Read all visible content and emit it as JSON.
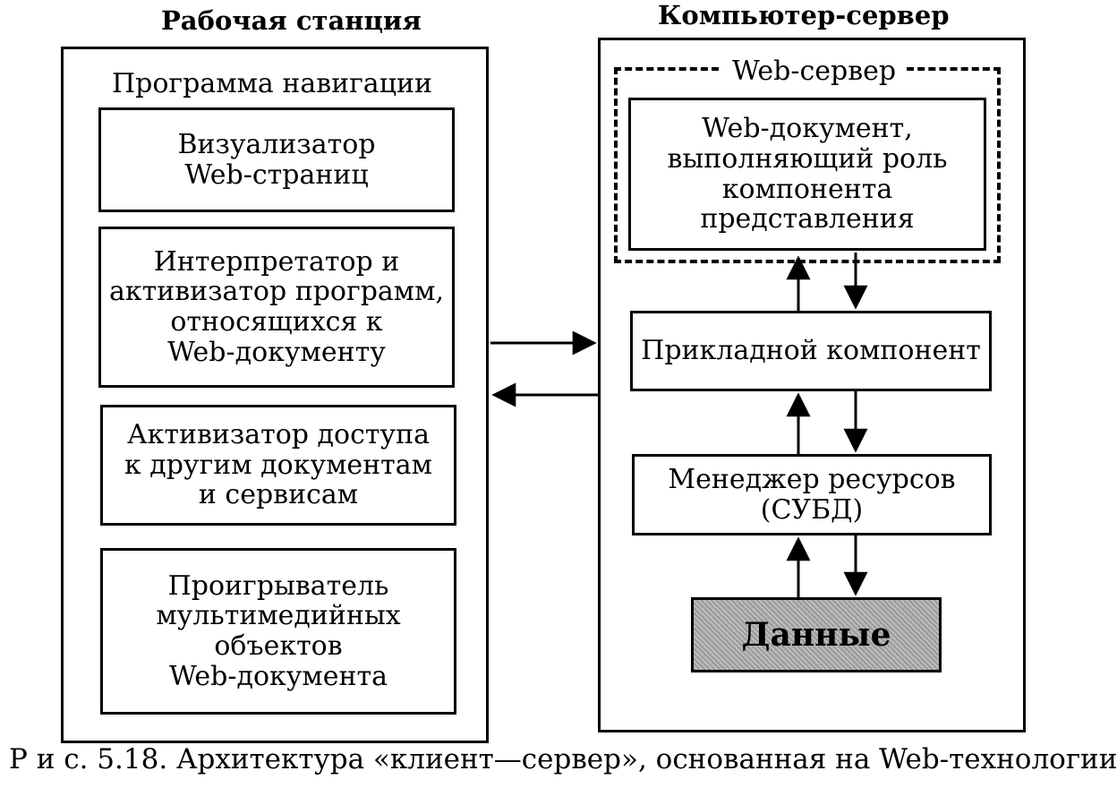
{
  "workstation": {
    "title": "Рабочая станция",
    "program_label": "Программа навигации",
    "components": [
      "Визуализатор\nWeb-страниц",
      "Интерпретатор и\nактивизатор программ,\nотносящихся к\nWeb-документу",
      "Активизатор доступа\nк другим документам\nи сервисам",
      "Проигрыватель\nмультимедийных\nобъектов\nWeb-документа"
    ]
  },
  "server": {
    "title": "Компьютер-сервер",
    "web_server_label": "Web-сервер",
    "web_document": "Web-документ,\nвыполняющий роль\nкомпонента\nпредставления",
    "application_component": "Прикладной компонент",
    "resource_manager": "Менеджер ресурсов\n(СУБД)",
    "data": "Данные"
  },
  "caption": "Р и с. 5.18. Архитектура «клиент—сервер», основанная на Web-технологии"
}
